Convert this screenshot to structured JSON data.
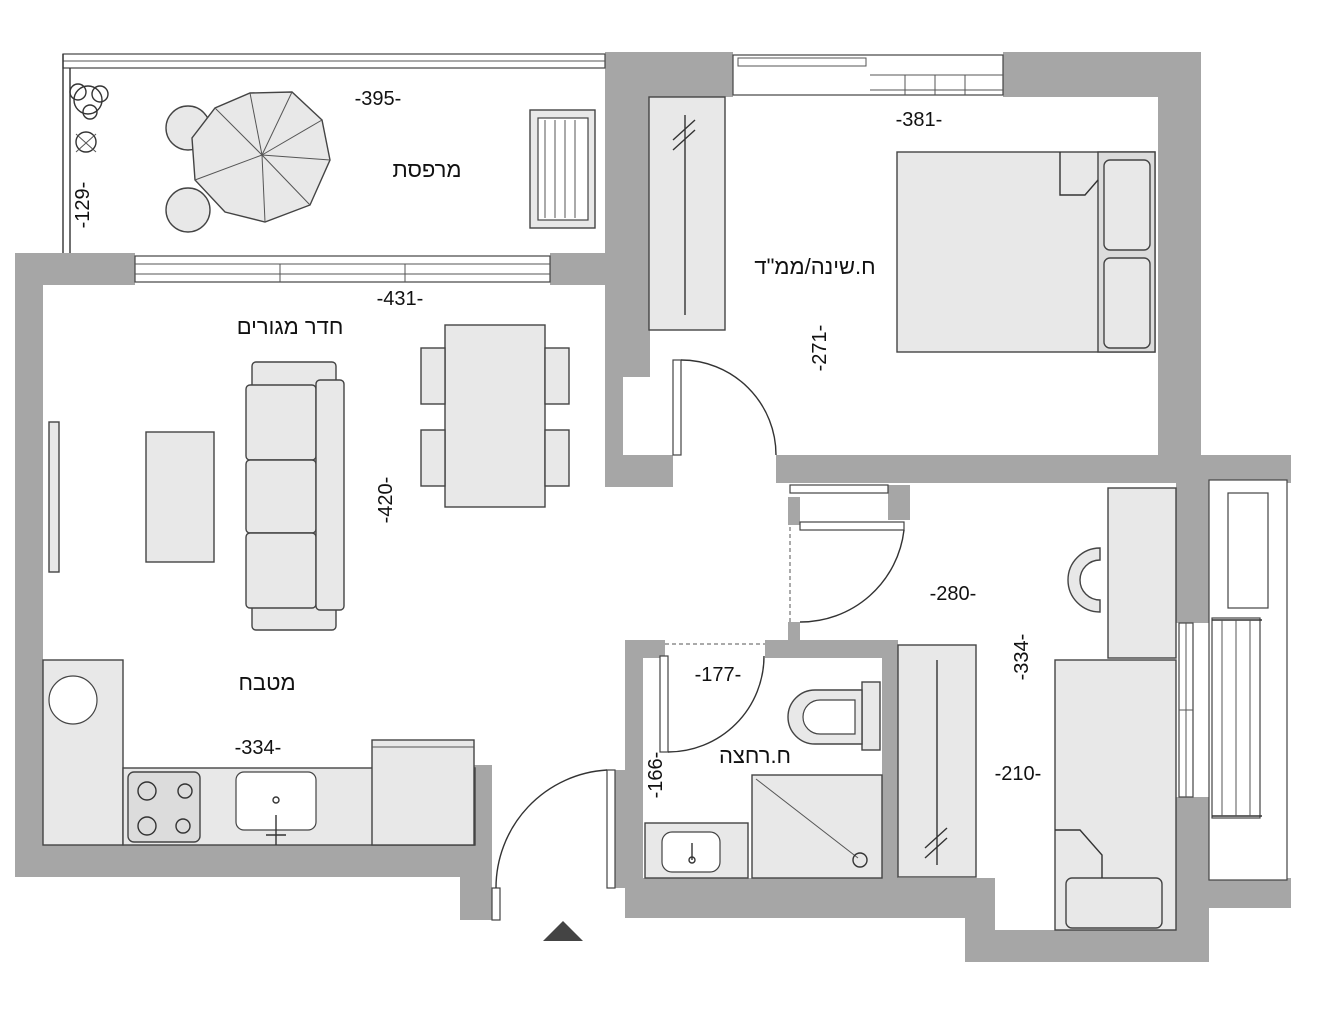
{
  "rooms": {
    "balcony": "מרפסת",
    "bedroom": "ח.שינה/ממ\"ד",
    "living": "חדר מגורים",
    "kitchen": "מטבח",
    "bathroom": "ח.רחצה"
  },
  "dimensions": {
    "balcony_width": "-395-",
    "balcony_depth": "-129-",
    "bedroom_width": "-381-",
    "bedroom_depth": "-271-",
    "living_width": "-431-",
    "living_depth": "-420-",
    "hall_width": "-280-",
    "room2_depth": "-334-",
    "bath_width": "-177-",
    "bath_depth": "-166-",
    "kitchen_width": "-334-",
    "room2_width": "-210-"
  },
  "colors": {
    "wall": "#a6a6a6",
    "furniture": "#e8e8e8",
    "entrance_marker": "#444444"
  },
  "icons": {
    "entrance": "entrance-triangle-icon"
  }
}
